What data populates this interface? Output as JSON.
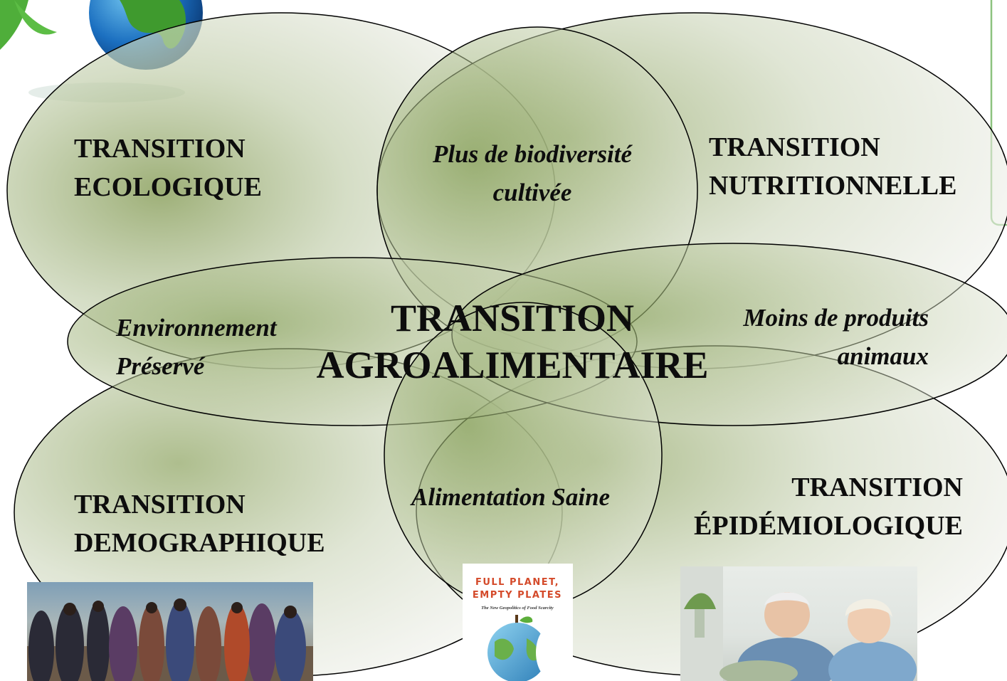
{
  "diagram": {
    "circles": {
      "ecologique": {
        "title_line1": "TRANSITION",
        "title_line2": "ECOLOGIQUE"
      },
      "nutritionnelle": {
        "title_line1": "TRANSITION",
        "title_line2": "NUTRITIONNELLE"
      },
      "demographique": {
        "title_line1": "TRANSITION",
        "title_line2": "DEMOGRAPHIQUE"
      },
      "epidemiologique": {
        "title_line1": "TRANSITION",
        "title_line2": "ÉPIDÉMIOLOGIQUE"
      }
    },
    "overlaps": {
      "top": {
        "line1": "Plus de biodiversité",
        "line2": "cultivée"
      },
      "left": {
        "line1": "Environnement",
        "line2": "Préservé"
      },
      "right": {
        "line1": "Moins de produits",
        "line2": "animaux"
      },
      "bottom": {
        "line1": "Alimentation Saine"
      }
    },
    "center": {
      "line1": "TRANSITION",
      "line2": "AGROALIMENTAIRE"
    }
  },
  "book_cover": {
    "title_line1": "FULL PLANET,",
    "title_line2": "EMPTY PLATES",
    "subtitle": "The New Geopolitics of Food Scarcity"
  },
  "colors": {
    "ellipse_fill_dark": "#8aa35e",
    "ellipse_fill_light": "#f1f1ee",
    "ellipse_stroke": "#000000",
    "book_title": "#d44a2a"
  }
}
